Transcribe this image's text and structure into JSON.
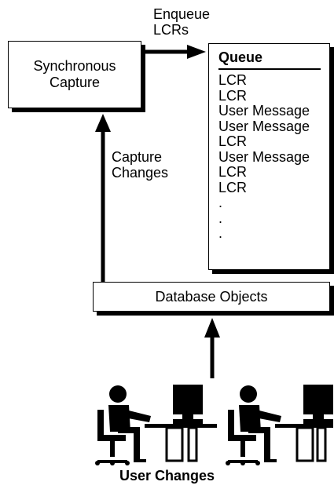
{
  "diagram": {
    "capture_box": {
      "label": "Synchronous\nCapture"
    },
    "enqueue_label": "Enqueue\nLCRs",
    "capture_changes_label": "Capture\nChanges",
    "queue": {
      "title": "Queue",
      "items": [
        "LCR",
        "LCR",
        "User Message",
        "User Message",
        "LCR",
        "User Message",
        "LCR",
        "LCR",
        ".",
        ".",
        "."
      ]
    },
    "database_objects_label": "Database Objects",
    "user_changes_label": "User Changes"
  }
}
